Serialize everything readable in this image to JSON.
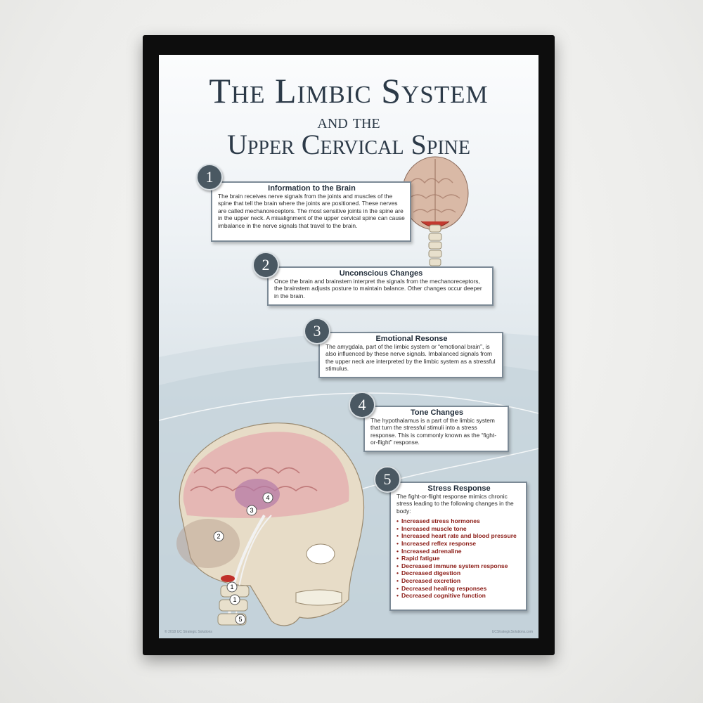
{
  "poster": {
    "title_line1": "The Limbic System",
    "title_line2": "and the",
    "title_line3": "Upper Cervical Spine",
    "footer_left": "© 2018 UC Strategic Solutions",
    "footer_right": "UCStrategicSolutions.com"
  },
  "sections": [
    {
      "number": "1",
      "heading": "Information to the Brain",
      "body": "The brain receives nerve signals from the joints and muscles of the spine that tell the brain where the joints are positioned. These nerves are called mechanoreceptors. The most sensitive joints in the spine are in the upper neck. A misalignment of the upper cervical spine can cause imbalance in the nerve signals that travel to the brain."
    },
    {
      "number": "2",
      "heading": "Unconscious Changes",
      "body": "Once the brain and brainstem interpret the signals from the mechanoreceptors, the brainstem adjusts posture to maintain balance. Other changes occur deeper in the brain."
    },
    {
      "number": "3",
      "heading": "Emotional Resonse",
      "body": "The amygdala, part of the limbic system or “emotional brain”, is also influenced by these nerve signals. Imbalanced signals from the upper neck are interpreted by the limbic system as a stressful stimulus."
    },
    {
      "number": "4",
      "heading": "Tone Changes",
      "body": "The hypothalamus is a part of the limbic system that turn the stressful stimuli into a stress response. This is commonly known as the “fight-or-flight” response."
    },
    {
      "number": "5",
      "heading": "Stress Response",
      "body": "The fight-or-flight response mimics chronic stress leading to the following changes in the body:",
      "items": [
        "Increased stress hormones",
        "Increased muscle tone",
        "Increased heart rate and blood pressure",
        "Increased reflex response",
        "Increased adrenaline",
        "Rapid fatigue",
        "Decreased immune system response",
        "Decreased digestion",
        "Decreased excretion",
        "Decreased healing responses",
        "Decreased cognitive function"
      ]
    }
  ],
  "skull_markers": [
    "1",
    "2",
    "3",
    "4",
    "1",
    "5"
  ],
  "colors": {
    "frame": "#0d0d0d",
    "title": "#2c3a48",
    "number_badge": "#4a5862",
    "list_text": "#8a1a14"
  }
}
